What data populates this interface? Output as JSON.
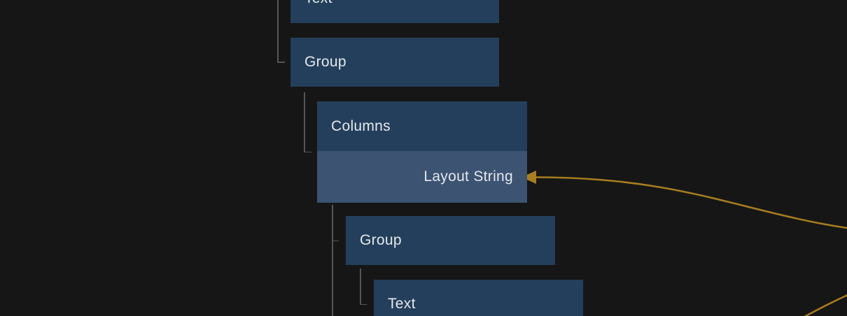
{
  "view": {
    "description": "node-tree outline canvas (zoomed node editor view)"
  },
  "tree": {
    "nodes": [
      {
        "label": "Text"
      },
      {
        "label": "Group"
      },
      {
        "label": "Columns",
        "input_port": {
          "label": "Layout String",
          "connected": true
        }
      },
      {
        "label": "Group"
      },
      {
        "label": "Text"
      }
    ]
  },
  "edges": [
    {
      "target": "layout-string-input",
      "has_arrowhead": true
    },
    {
      "target": "offscreen-bottom-right",
      "has_arrowhead": false
    }
  ],
  "icons": {
    "arrowhead": "solid left-pointing triangle"
  },
  "colors": {
    "canvas_bg": "#161616",
    "node_title_bg": "#243F5B",
    "node_port_bg": "#3C5372",
    "node_label": "#E4E8ED",
    "tree_line": "#555555",
    "edge_gold": "#A87D20"
  }
}
